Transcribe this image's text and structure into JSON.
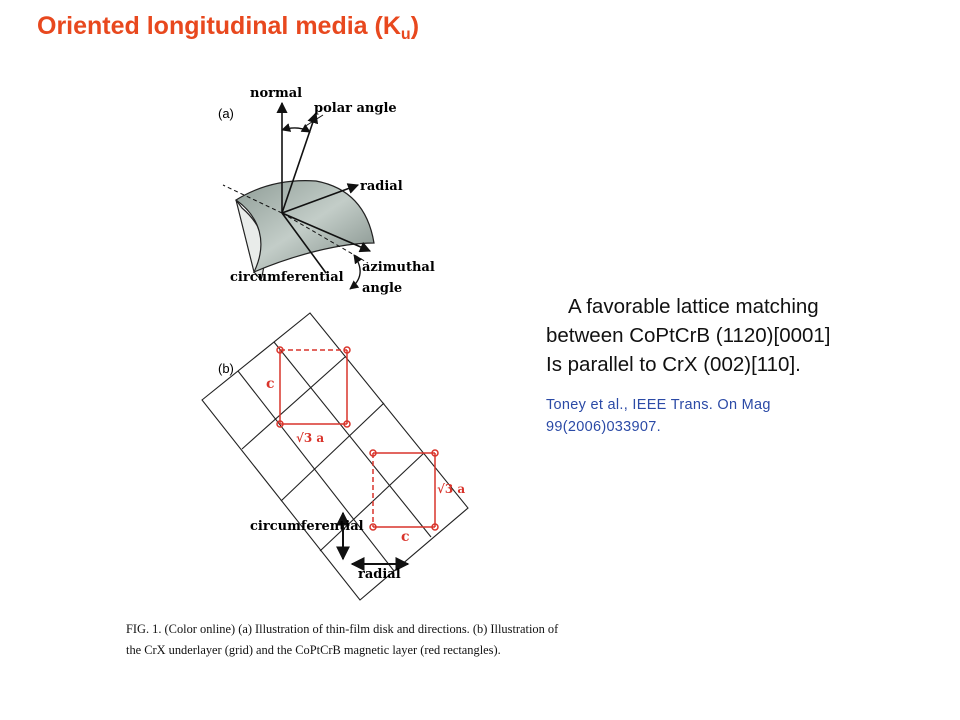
{
  "slide": {
    "title": "Oriented longitudinal media (K",
    "title_subscript": "u",
    "title_suffix": ")",
    "title_color": "#e8481e"
  },
  "figure": {
    "panel_a": {
      "label": "(a)",
      "normal": "normal",
      "polar_angle": "polar angle",
      "radial": "radial",
      "circumferential": "circumferential",
      "azimuthal": "azimuthal",
      "angle": "angle"
    },
    "panel_b": {
      "label": "(b)",
      "c_left": "c",
      "root3a_left": "√3 a",
      "root3a_right": "√3 a",
      "c_right": "c",
      "circumferential": "circumferential",
      "radial": "radial",
      "rect_color": "#d9342b"
    },
    "caption": "FIG. 1. (Color online) (a) Illustration of thin-film disk and directions. (b) Illustration of the CrX underlayer (grid) and the CoPtCrB magnetic layer (red rectangles)."
  },
  "body": {
    "line1": "A favorable lattice matching",
    "line2": "between CoPtCrB (1120)[0001]",
    "line3": "Is parallel to CrX (002)[110].",
    "citation_line1": "Toney et al., IEEE Trans. On Mag",
    "citation_line2": "99(2006)033907."
  }
}
